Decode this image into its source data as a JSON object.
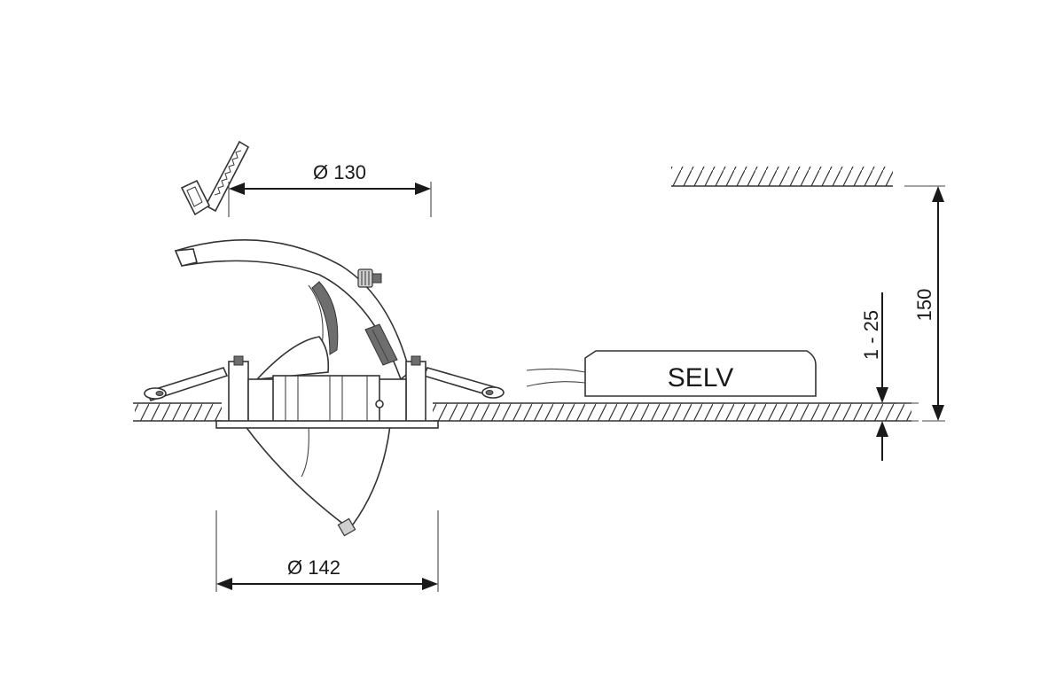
{
  "labels": {
    "cutout_diameter": "Ø 130",
    "outer_diameter": "Ø 142",
    "ceiling_thickness": "1 - 25",
    "installation_height": "150",
    "driver": "SELV"
  },
  "icons": {
    "saw": "saw-icon"
  },
  "colors": {
    "line": "#333333",
    "shade": "#6e6e6e",
    "background": "#ffffff"
  }
}
